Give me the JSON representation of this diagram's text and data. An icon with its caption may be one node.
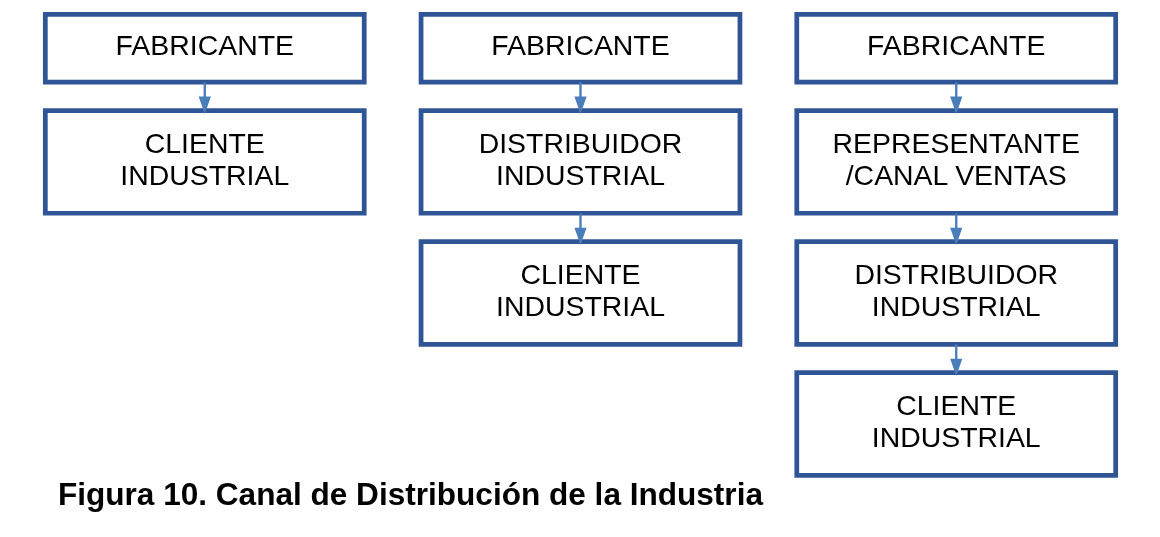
{
  "diagram": {
    "caption": "Figura 10. Canal de Distribución de la Industria",
    "nodes": [
      {
        "text": [
          "FABRICANTE"
        ]
      },
      {
        "text": [
          "CLIENTE INDUSTRIAL"
        ]
      },
      {
        "text": [
          "FABRICANTE"
        ]
      },
      {
        "text": [
          "DISTRIBUIDOR INDUSTRIAL"
        ]
      },
      {
        "text": [
          "CLIENTE INDUSTRIAL"
        ]
      },
      {
        "text": [
          "FABRICANTE"
        ]
      },
      {
        "text": [
          "REPRESENTANTE /CANAL VENTAS"
        ]
      },
      {
        "text": [
          "DISTRIBUIDOR INDUSTRIAL"
        ]
      },
      {
        "text": [
          "CLIENTE INDUSTRIAL"
        ]
      }
    ],
    "edges": [
      {
        "from": 0,
        "to": 1,
        "arrow": "to"
      },
      {
        "from": 2,
        "to": 3,
        "arrow": "to"
      },
      {
        "from": 3,
        "to": 4,
        "arrow": "to"
      },
      {
        "from": 5,
        "to": 6,
        "arrow": "to"
      },
      {
        "from": 6,
        "to": 7,
        "arrow": "to"
      },
      {
        "from": 7,
        "to": 8,
        "arrow": "to"
      }
    ]
  }
}
